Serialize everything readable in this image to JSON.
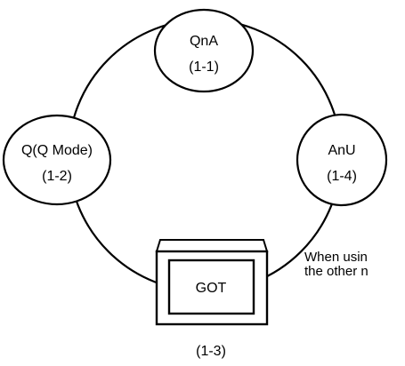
{
  "nodes": {
    "qna": {
      "name": "QnA",
      "code": "(1-1)"
    },
    "qmode": {
      "name": "Q(Q Mode)",
      "code": "(1-2)"
    },
    "anu": {
      "name": "AnU",
      "code": "(1-4)"
    },
    "got": {
      "name": "GOT",
      "code": "(1-3)"
    }
  },
  "note": {
    "line1": "When usin",
    "line2": "the other n"
  },
  "colors": {
    "stroke": "#000000",
    "fill": "#ffffff"
  }
}
